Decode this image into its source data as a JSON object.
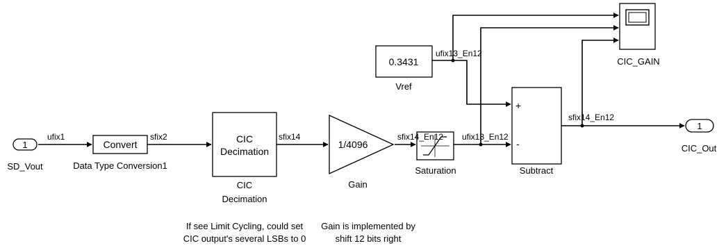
{
  "blocks": {
    "inport": {
      "number": "1",
      "name": "SD_Vout"
    },
    "convert": {
      "text": "Convert",
      "name": "Data Type Conversion1"
    },
    "cic": {
      "text_line1": "CIC",
      "text_line2": "Decimation",
      "name_line1": "CIC",
      "name_line2": "Decimation"
    },
    "gain": {
      "text": "1/4096",
      "name": "Gain"
    },
    "saturation": {
      "name": "Saturation"
    },
    "vref": {
      "value": "0.3431",
      "name": "Vref"
    },
    "subtract": {
      "plus": "+",
      "minus": "-",
      "name": "Subtract"
    },
    "scope": {
      "name": "CIC_GAIN"
    },
    "outport": {
      "number": "1",
      "name": "CIC_Out"
    }
  },
  "signals": {
    "inport_out": "ufix1",
    "convert_out": "sfix2",
    "cic_out": "sfix14",
    "gain_out": "sfix14_En12",
    "sat_out": "ufix13_En12",
    "vref_out": "ufix13_En12",
    "subtract_out": "sfix14_En12"
  },
  "annotations": {
    "cic_note_line1": "If see Limit Cycling, could set",
    "cic_note_line2": "CIC output's several LSBs to 0",
    "gain_note_line1": "Gain is implemented by",
    "gain_note_line2": "shift 12 bits right"
  }
}
